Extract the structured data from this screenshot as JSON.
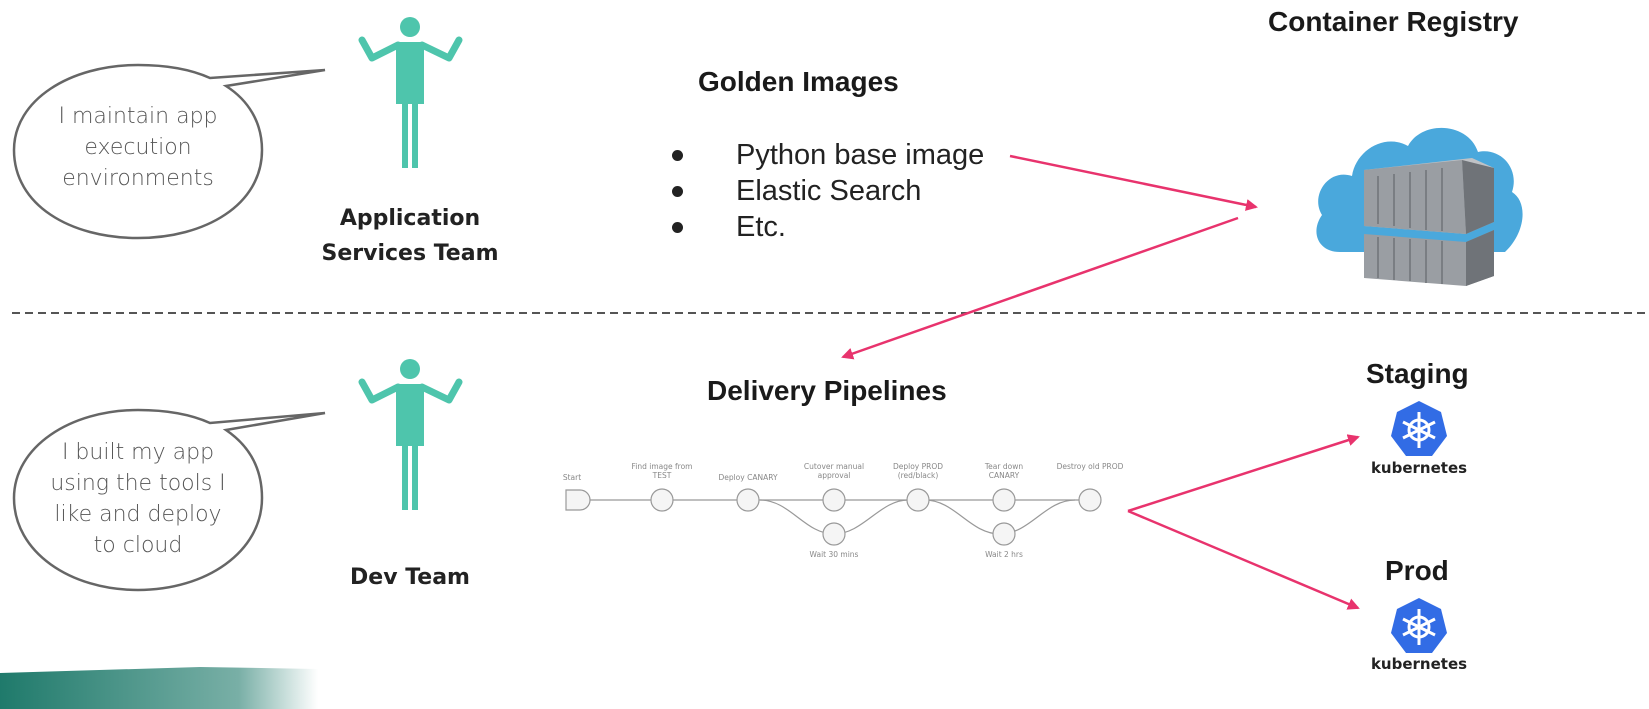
{
  "top_section": {
    "speech_bubble": "I maintain app execution environments",
    "team_label_line1": "Application",
    "team_label_line2": "Services Team",
    "golden_images": {
      "heading": "Golden Images",
      "items": [
        "Python base image",
        "Elastic Search",
        "Etc."
      ]
    },
    "container_registry": {
      "heading": "Container Registry",
      "icon": "cloud-container-registry-icon"
    }
  },
  "bottom_section": {
    "speech_bubble": "I built my app using the tools I like and deploy to cloud",
    "team_label": "Dev Team",
    "delivery_pipelines": {
      "heading": "Delivery Pipelines",
      "stages": [
        "Start",
        "Find image from TEST",
        "Deploy CANARY",
        "Cutover manual approval",
        "Deploy PROD (red/black)",
        "Tear down CANARY",
        "Destroy old PROD"
      ],
      "wait_stages": [
        "Wait 30 mins",
        "Wait 2 hrs"
      ]
    },
    "targets": [
      {
        "heading": "Staging",
        "logo_text": "kubernetes",
        "icon": "kubernetes-icon"
      },
      {
        "heading": "Prod",
        "logo_text": "kubernetes",
        "icon": "kubernetes-icon"
      }
    ]
  },
  "colors": {
    "person": "#4ec5ac",
    "arrow": "#e8336d",
    "kubernetes": "#326ce5",
    "cloud": "#4aa8dc",
    "container": "#8e9297",
    "bubble_border": "#666666",
    "divider": "#555555",
    "footer_bar": "#1f7a6b"
  }
}
